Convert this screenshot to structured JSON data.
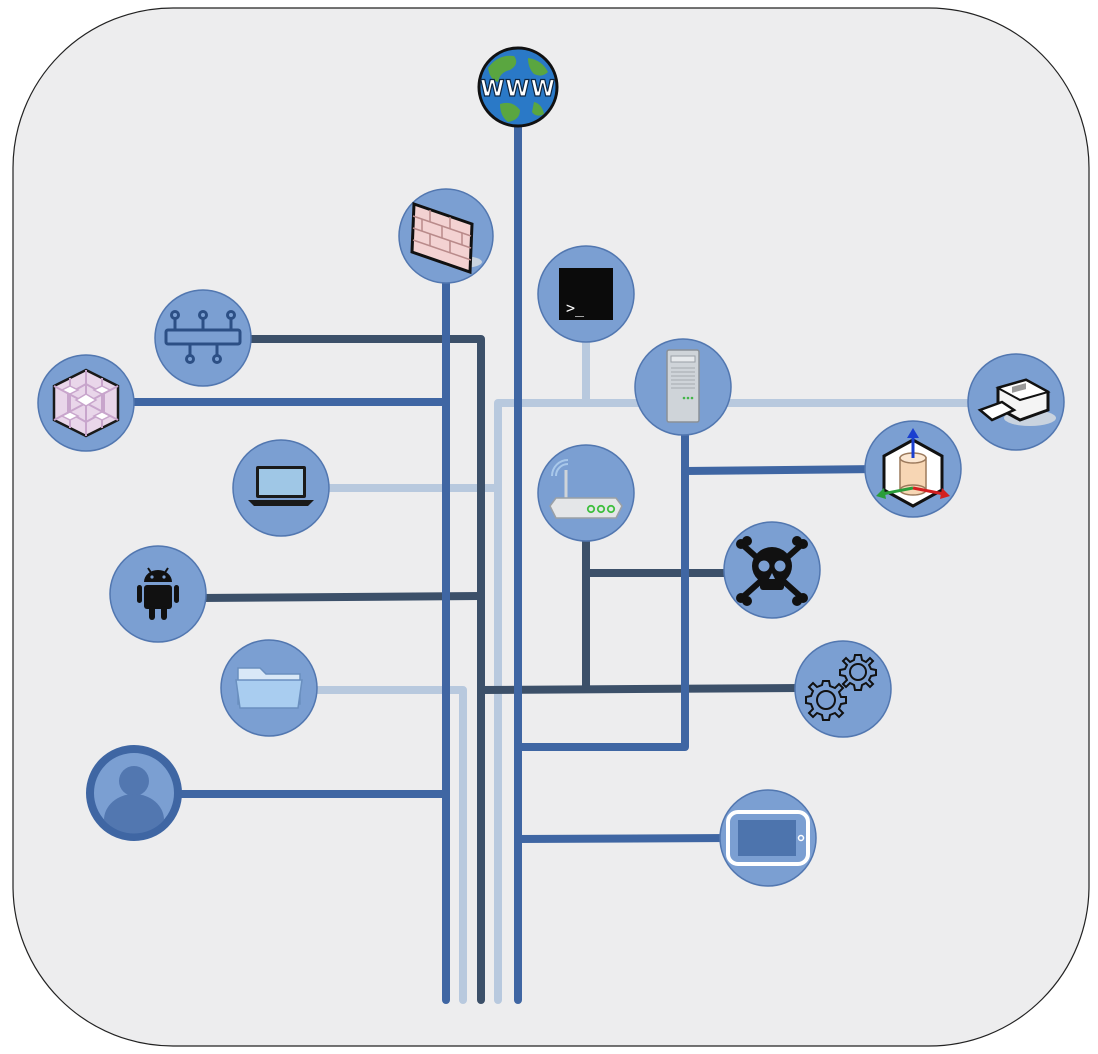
{
  "diagram": {
    "globe": {
      "icon": "globe-icon",
      "label": "WWW"
    },
    "nodes": [
      {
        "name": "firewall-node",
        "icon": "firewall-icon"
      },
      {
        "name": "terminal-node",
        "icon": "terminal-icon",
        "prompt": ">_"
      },
      {
        "name": "network-bus-node",
        "icon": "network-bus-icon"
      },
      {
        "name": "server-node",
        "icon": "server-tower-icon"
      },
      {
        "name": "printer-node",
        "icon": "printer-icon"
      },
      {
        "name": "cluster-node",
        "icon": "cube-cluster-icon"
      },
      {
        "name": "database-node",
        "icon": "database-axes-icon"
      },
      {
        "name": "laptop-node",
        "icon": "laptop-icon"
      },
      {
        "name": "router-node",
        "icon": "wifi-router-icon"
      },
      {
        "name": "android-node",
        "icon": "android-icon"
      },
      {
        "name": "malware-node",
        "icon": "skull-crossbones-icon"
      },
      {
        "name": "folder-node",
        "icon": "folder-icon"
      },
      {
        "name": "settings-node",
        "icon": "gears-icon"
      },
      {
        "name": "user-node",
        "icon": "user-avatar-icon"
      },
      {
        "name": "tablet-node",
        "icon": "tablet-icon"
      }
    ],
    "colors": {
      "background": "#ededee",
      "node_fill": "#7b9fd2",
      "node_stroke": "#5277b0",
      "line_blue": "#3f66a3",
      "line_dark": "#3c5069",
      "line_light": "#b8c9de"
    }
  }
}
